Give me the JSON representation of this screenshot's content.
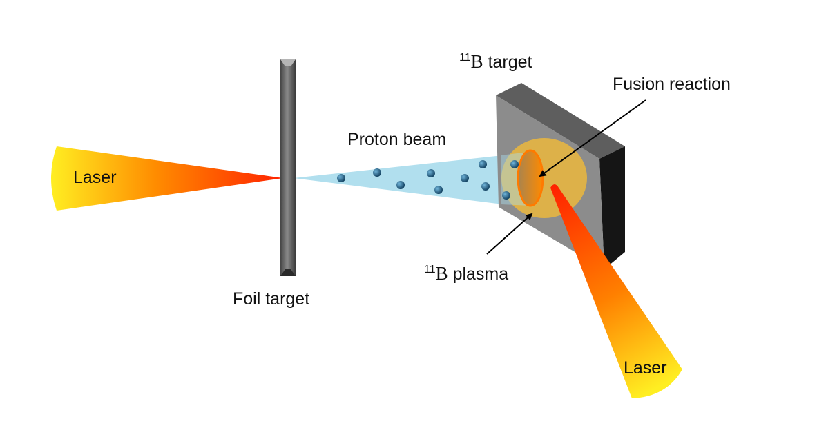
{
  "labels": {
    "laser_left": "Laser",
    "laser_right": "Laser",
    "foil_target": "Foil target",
    "proton_beam": "Proton beam",
    "b11_target_sup": "11",
    "b11_target_sym": "B",
    "b11_target_text": " target",
    "b11_plasma_sup": "11",
    "b11_plasma_sym": "B",
    "b11_plasma_text": " plasma",
    "fusion_reaction": "Fusion reaction"
  },
  "colors": {
    "laser_tip": "#ff2a00",
    "laser_mid": "#ff7a00",
    "laser_base": "#ffee22",
    "foil": "#6e6e6e",
    "beam": "#a8dcec",
    "proton": "#1d5f88",
    "target_face": "#8c8c8c",
    "target_top": "#5e5e5e",
    "target_side": "#151515",
    "plasma": "#e8b640"
  }
}
